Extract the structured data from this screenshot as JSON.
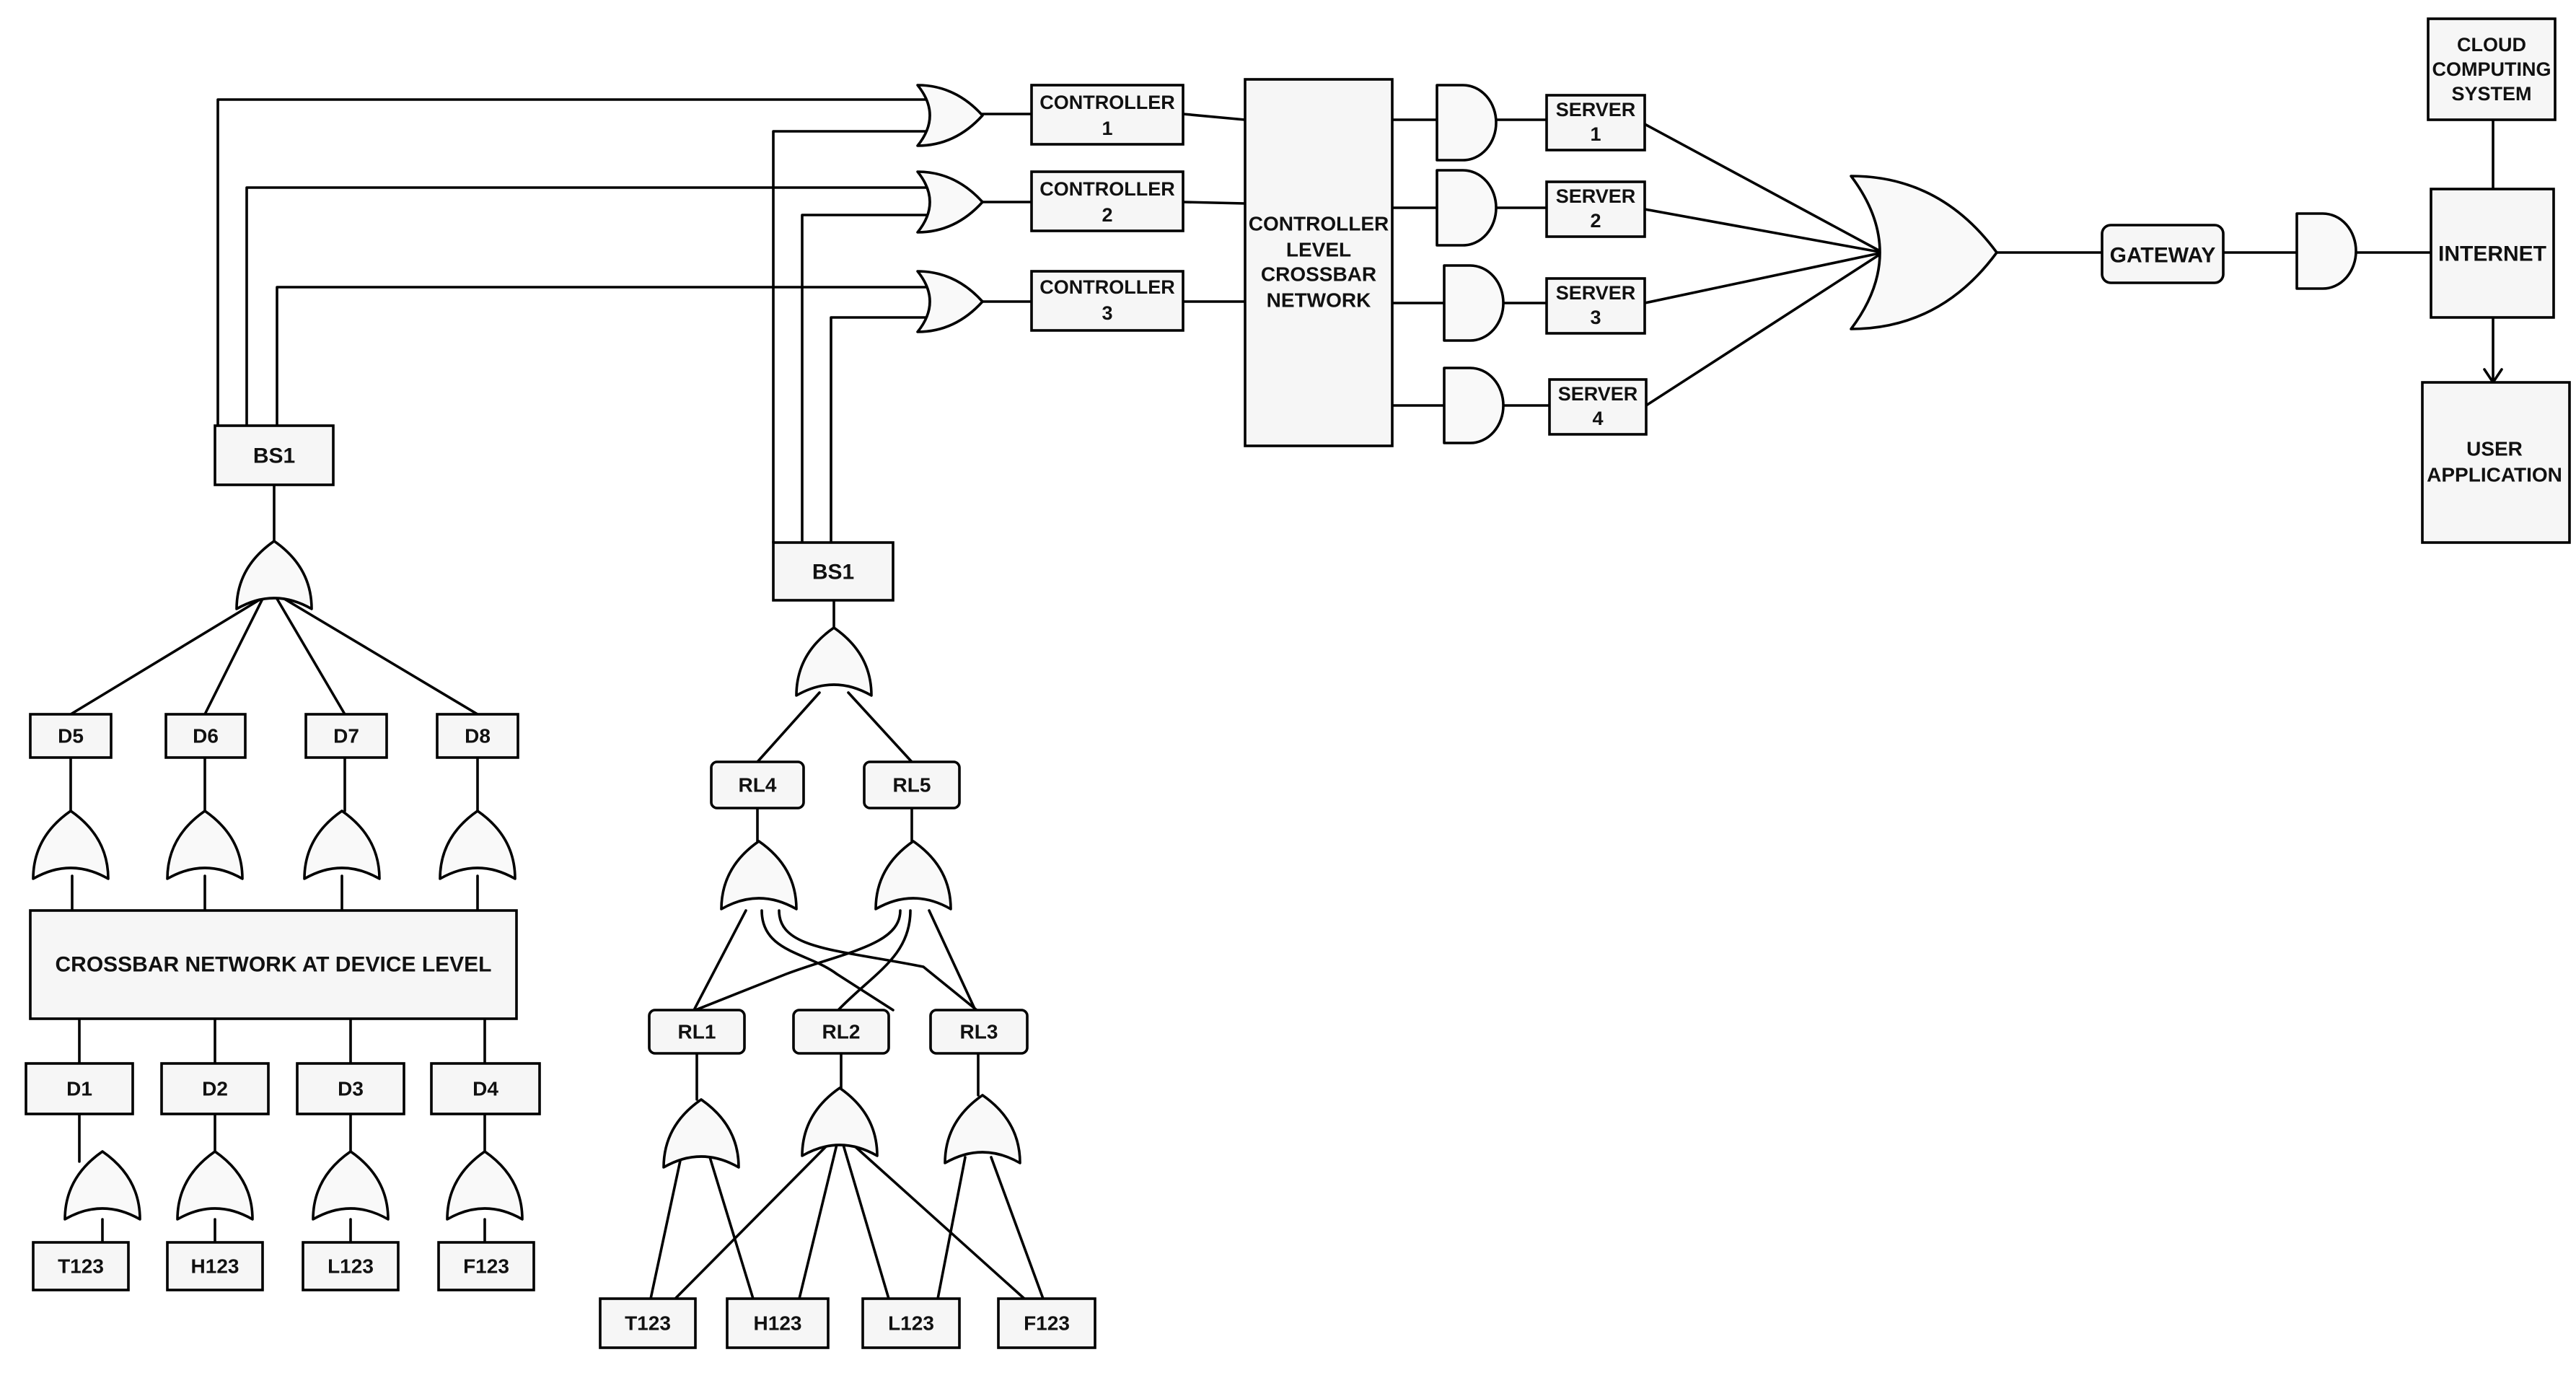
{
  "labels": {
    "controller1_a": "CONTROLLER",
    "controller1_b": "1",
    "controller2_a": "CONTROLLER",
    "controller2_b": "2",
    "controller3_a": "CONTROLLER",
    "controller3_b": "3",
    "crossbar_a": "CONTROLLER",
    "crossbar_b": "LEVEL",
    "crossbar_c": "CROSSBAR",
    "crossbar_d": "NETWORK",
    "server1_a": "SERVER",
    "server1_b": "1",
    "server2_a": "SERVER",
    "server2_b": "2",
    "server3_a": "SERVER",
    "server3_b": "3",
    "server4_a": "SERVER",
    "server4_b": "4",
    "gateway": "GATEWAY",
    "cloud_a": "CLOUD",
    "cloud_b": "COMPUTING",
    "cloud_c": "SYSTEM",
    "internet": "INTERNET",
    "user_a": "USER",
    "user_b": "APPLICATION",
    "bs1_left": "BS1",
    "bs1_right": "BS1",
    "d5": "D5",
    "d6": "D6",
    "d7": "D7",
    "d8": "D8",
    "device_crossbar": "CROSSBAR NETWORK AT DEVICE LEVEL",
    "d1": "D1",
    "d2": "D2",
    "d3": "D3",
    "d4": "D4",
    "lt123": "T123",
    "lh123": "H123",
    "ll123": "L123",
    "lf123": "F123",
    "rl4": "RL4",
    "rl5": "RL5",
    "rl1": "RL1",
    "rl2": "RL2",
    "rl3": "RL3",
    "rt123": "T123",
    "rh123": "H123",
    "rl123": "L123",
    "rf123": "F123"
  }
}
